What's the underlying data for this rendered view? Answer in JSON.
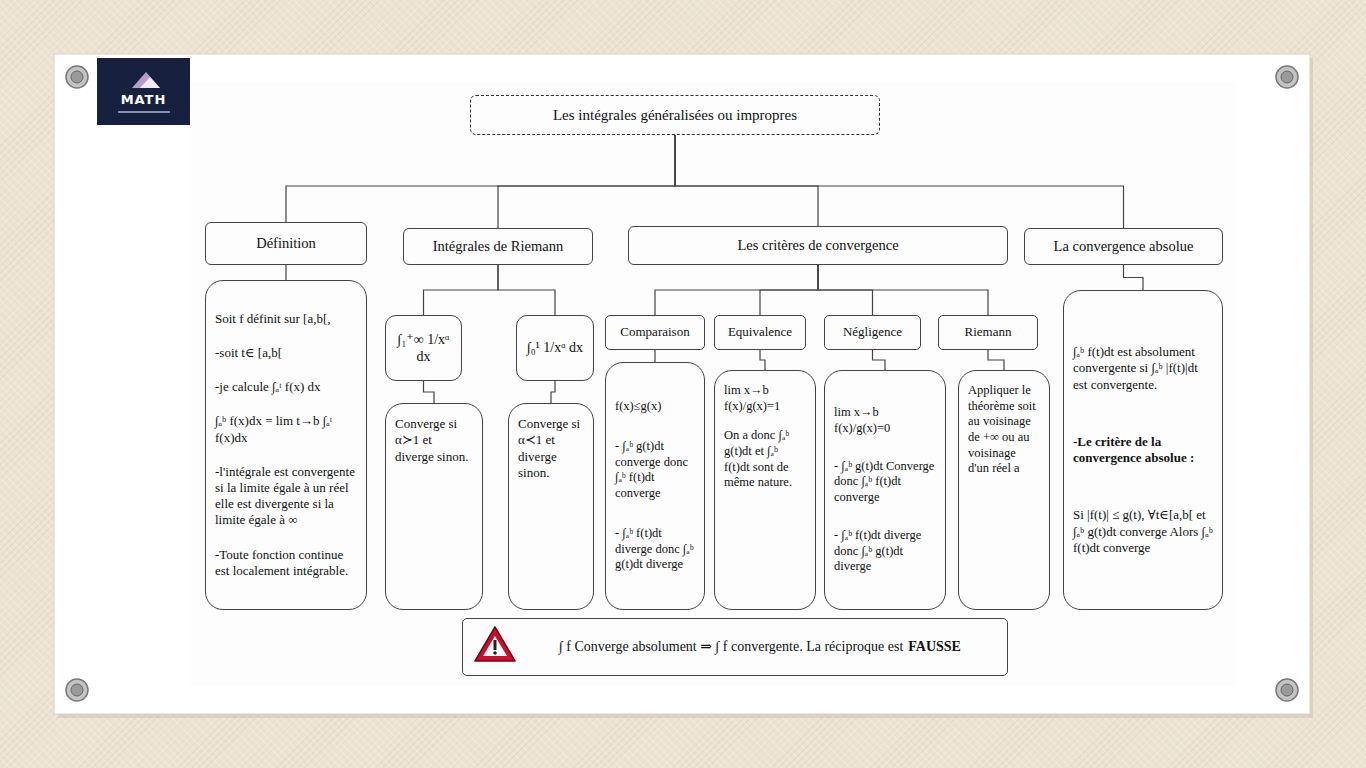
{
  "diagram": {
    "nodes": [
      {
        "text": [
          "Les intégrales généralisées ou impropres"
        ]
      },
      {
        "text": [
          "Définition"
        ]
      },
      {
        "text": [
          "Soit f définit sur [a,b[,",
          "-soit t∈ [a,b[",
          "-je calcule ∫ₐᵗ f(x) dx",
          "∫ₐᵇ f(x)dx = lim t→b ∫ₐᵗ f(x)dx",
          "-l'intégrale est convergente si la limite égale à un réel elle est divergente si la limite égale à ∞",
          "-Toute fonction continue est localement intégrable."
        ]
      },
      {
        "text": [
          "Intégrales de Riemann"
        ]
      },
      {
        "text": [
          "∫₁⁺∞ 1/xᵅ dx"
        ]
      },
      {
        "text": [
          "∫₀¹ 1/xᵅ dx"
        ]
      },
      {
        "text": [
          "Converge si α≻1 et diverge sinon."
        ]
      },
      {
        "text": [
          "Converge si α≺1 et diverge sinon."
        ]
      },
      {
        "text": [
          "Les critères de convergence"
        ]
      },
      {
        "text": [
          "Comparaison"
        ]
      },
      {
        "text": [
          "Equivalence"
        ]
      },
      {
        "text": [
          "Négligence"
        ]
      },
      {
        "text": [
          "Riemann"
        ]
      },
      {
        "text": [
          "f(x)≤g(x)",
          "- ∫ₐᵇ g(t)dt converge donc ∫ₐᵇ f(t)dt converge",
          "- ∫ₐᵇ f(t)dt diverge donc ∫ₐᵇ g(t)dt diverge"
        ]
      },
      {
        "text": [
          "lim x→b f(x)/g(x)=1",
          "On a donc ∫ₐᵇ g(t)dt et ∫ₐᵇ f(t)dt sont de même nature."
        ]
      },
      {
        "text": [
          "lim x→b f(x)/g(x)=0",
          "- ∫ₐᵇ g(t)dt Converge donc ∫ₐᵇ f(t)dt converge",
          "- ∫ₐᵇ f(t)dt diverge donc ∫ₐᵇ g(t)dt diverge"
        ]
      },
      {
        "text": [
          "Appliquer le théorème soit au voisinage de +∞ ou au voisinage d'un réel a"
        ]
      },
      {
        "text": [
          "La convergence absolue"
        ]
      },
      {
        "text": [
          "∫ₐᵇ f(t)dt est absolument convergente si ∫ₐᵇ |f(t)|dt est convergente.",
          "-Le critère de la convergence absolue :",
          "Si |f(t)| ≤ g(t), ∀t∈[a,b[ et ∫ₐᵇ g(t)dt converge Alors ∫ₐᵇ f(t)dt converge"
        ]
      },
      {
        "text": [
          "∫ f Converge absolument ⇒ ∫ f convergente. La réciproque est",
          "FAUSSE"
        ]
      }
    ],
    "edges": [
      {
        "from": 0,
        "to": 1,
        "arrow": "none"
      },
      {
        "from": 0,
        "to": 3,
        "arrow": "none"
      },
      {
        "from": 0,
        "to": 8,
        "arrow": "none"
      },
      {
        "from": 0,
        "to": 17,
        "arrow": "none"
      },
      {
        "from": 1,
        "to": 2,
        "arrow": "none"
      },
      {
        "from": 3,
        "to": 4,
        "arrow": "none"
      },
      {
        "from": 3,
        "to": 5,
        "arrow": "none"
      },
      {
        "from": 4,
        "to": 6,
        "arrow": "none"
      },
      {
        "from": 5,
        "to": 7,
        "arrow": "none"
      },
      {
        "from": 8,
        "to": 9,
        "arrow": "none"
      },
      {
        "from": 8,
        "to": 10,
        "arrow": "none"
      },
      {
        "from": 8,
        "to": 11,
        "arrow": "none"
      },
      {
        "from": 8,
        "to": 12,
        "arrow": "none"
      },
      {
        "from": 9,
        "to": 13,
        "arrow": "none"
      },
      {
        "from": 10,
        "to": 14,
        "arrow": "none"
      },
      {
        "from": 11,
        "to": 15,
        "arrow": "none"
      },
      {
        "from": 12,
        "to": 16,
        "arrow": "none"
      },
      {
        "from": 17,
        "to": 18,
        "arrow": "none"
      }
    ],
    "labels": [
      "MATH"
    ]
  }
}
